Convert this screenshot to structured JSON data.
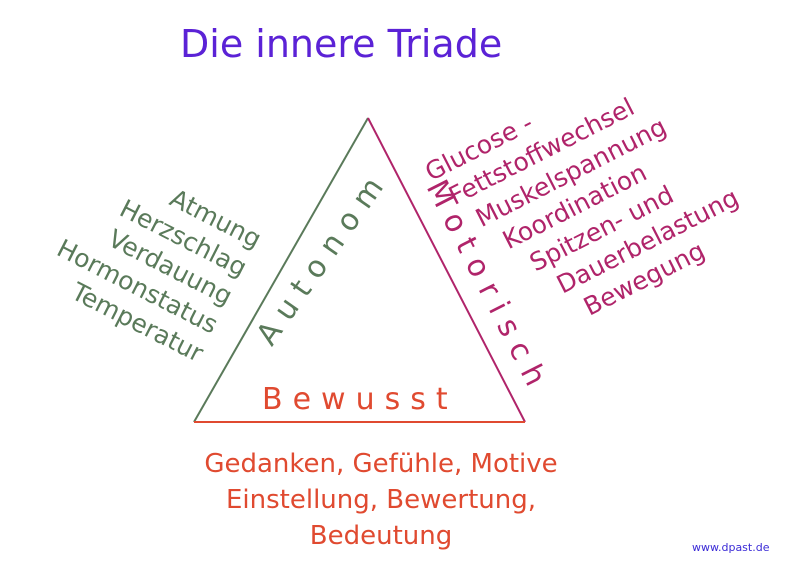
{
  "title": "Die innere Triade",
  "triangle": {
    "left_side_label": "Autonom",
    "right_side_label": "Motorisch",
    "bottom_side_label": "Bewusst",
    "left_color": "#5a7a5a",
    "right_color": "#b0246a",
    "bottom_color": "#e04a30"
  },
  "left_items": [
    "Atmung",
    "Herzschlag",
    "Verdauung",
    "Hormonstatus",
    "Temperatur"
  ],
  "right_items": [
    "Glucose -",
    "Fettstoffwechsel",
    "Muskelspannung",
    "Koordination",
    "Spitzen- und",
    "Dauerbelastung",
    "Bewegung"
  ],
  "bottom_items": [
    "Gedanken, Gefühle, Motive",
    "Einstellung, Bewertung,",
    "Bedeutung"
  ],
  "footer": "www.dpast.de"
}
